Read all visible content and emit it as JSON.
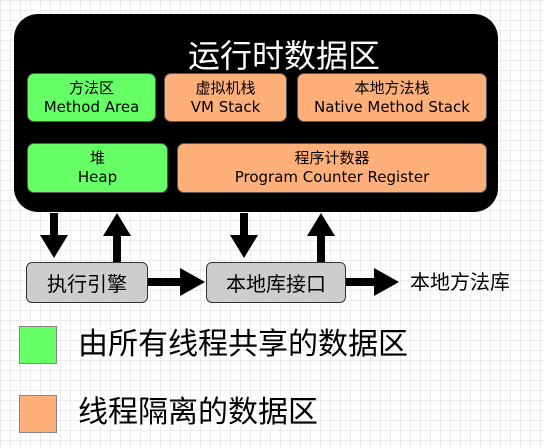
{
  "runtime_area": {
    "title": "运行时数据区"
  },
  "regions": {
    "method_area": {
      "zh": "方法区",
      "en": "Method Area"
    },
    "vm_stack": {
      "zh": "虚拟机栈",
      "en": "VM Stack"
    },
    "native_method_stack": {
      "zh": "本地方法栈",
      "en": "Native Method Stack"
    },
    "heap": {
      "zh": "堆",
      "en": "Heap"
    },
    "program_counter_register": {
      "zh": "程序计数器",
      "en": "Program Counter Register"
    }
  },
  "components": {
    "execution_engine": "执行引擎",
    "native_interface": "本地库接口",
    "native_library": "本地方法库"
  },
  "legend": [
    {
      "label": "由所有线程共享的数据区",
      "color": "#66ff66"
    },
    {
      "label": "线程隔离的数据区",
      "color": "#ffb07a"
    }
  ],
  "colors": {
    "shared": "#66ff66",
    "isolated": "#ffb07a",
    "container": "#000000",
    "component": "#cdcdcd"
  }
}
